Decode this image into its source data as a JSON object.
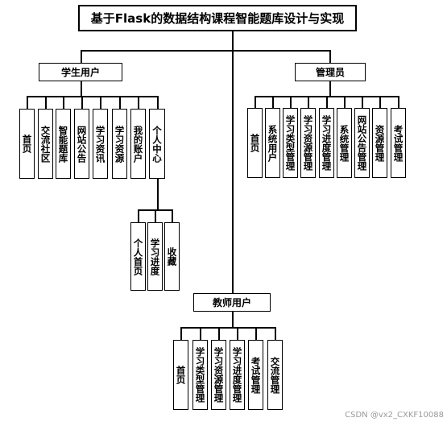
{
  "title": "基于Flask的数据结构课程智能题库设计与实现",
  "student": {
    "label": "学生用户",
    "items": [
      "首页",
      "交流社区",
      "智能题库",
      "网站公告",
      "学习资讯",
      "学习资源",
      "我的账户",
      "个人中心"
    ],
    "personal_center": [
      "个人首页",
      "学习进度",
      "收藏"
    ]
  },
  "admin": {
    "label": "管理员",
    "items": [
      "首页",
      "系统用户",
      "学习类型管理",
      "学习资源管理",
      "学习进度管理",
      "系统管理",
      "网站公告管理",
      "资源管理",
      "考试管理"
    ]
  },
  "teacher": {
    "label": "教师用户",
    "items": [
      "首页",
      "学习类型管理",
      "学习资源管理",
      "学习进度管理",
      "考试管理",
      "交流管理"
    ]
  },
  "watermark": "CSDN @vx2_CXKF10088"
}
